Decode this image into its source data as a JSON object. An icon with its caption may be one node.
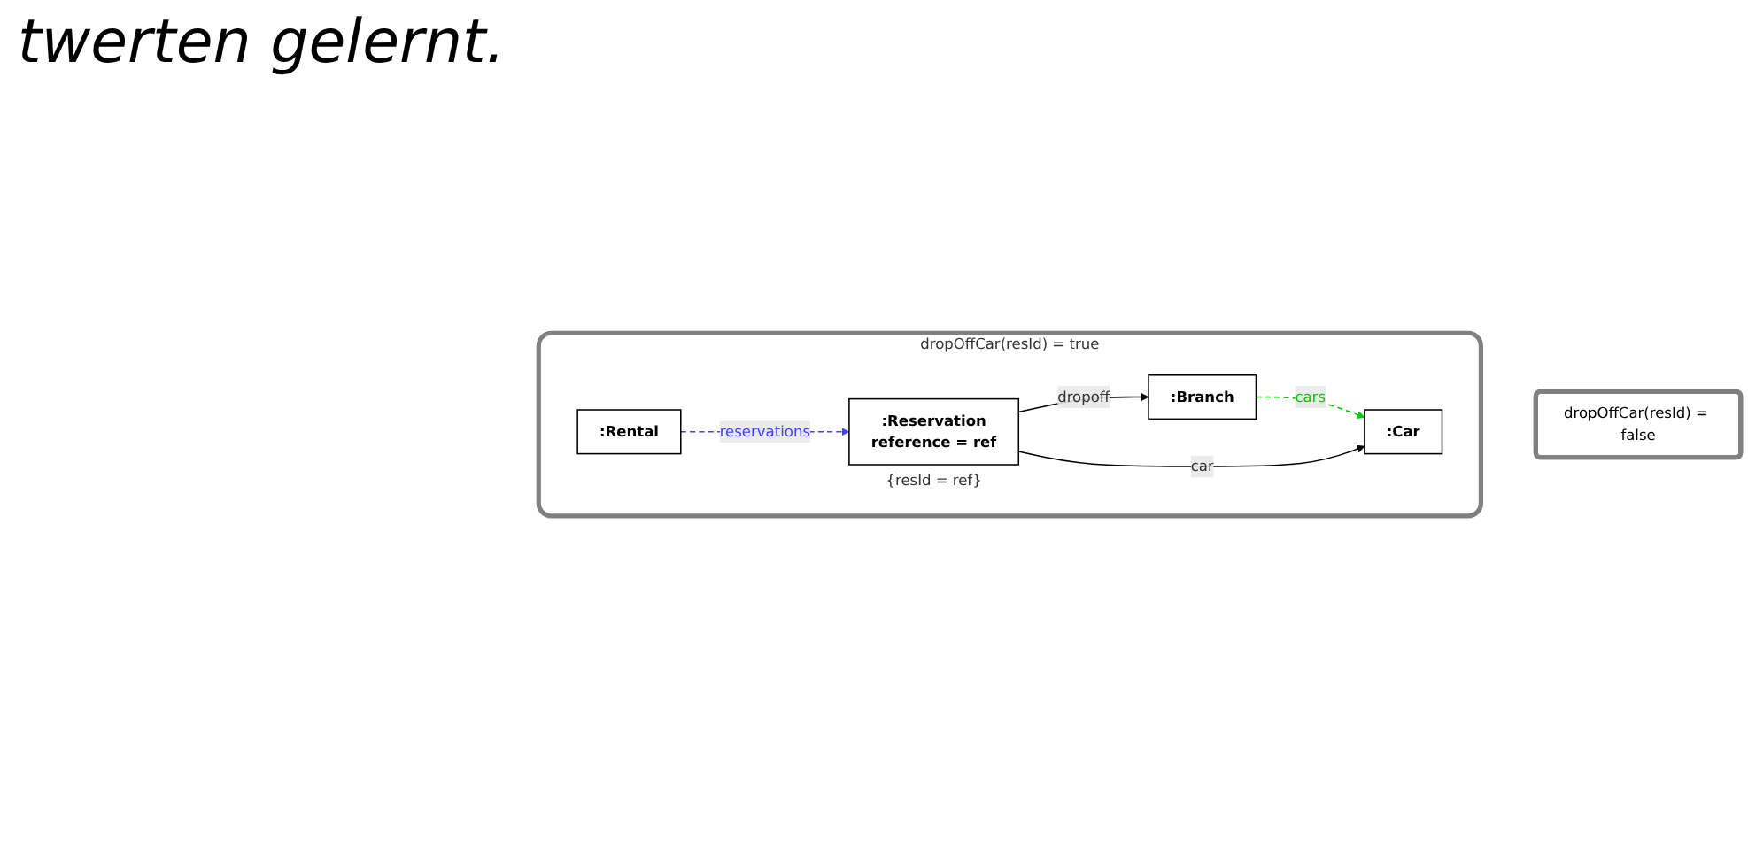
{
  "diagram": {
    "nodes": [
      {
        "text": [
          "dropOffCar(resId) = false"
        ]
      },
      {
        "text": [
          "dropOffCar(resId) = true"
        ]
      },
      {
        "text": [
          ":Rental"
        ],
        "in": 1
      },
      {
        "text": [
          ":Branch"
        ],
        "in": 1
      },
      {
        "text": [
          ":Reservation",
          "reference = ref"
        ],
        "beside": [
          "{resId = ref}"
        ],
        "in": 1
      },
      {
        "text": [
          ":Car"
        ],
        "in": 1
      }
    ],
    "edges": [
      {
        "from": 2,
        "to": 4,
        "arrow": "to",
        "label": "reservations",
        "style": "dashed",
        "color": "#4040ff"
      },
      {
        "from": 4,
        "to": 3,
        "arrow": "to",
        "label": "dropoff"
      },
      {
        "from": 3,
        "to": 5,
        "arrow": "to",
        "label": "cars",
        "style": "dashed",
        "color": "#00cc00"
      },
      {
        "from": 4,
        "to": 5,
        "arrow": "to",
        "label": "car"
      }
    ],
    "labels": [
      "twerten gelernt."
    ]
  }
}
